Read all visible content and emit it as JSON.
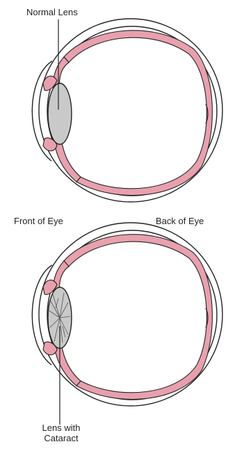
{
  "labels": {
    "normal_lens": "Normal Lens",
    "front_of_eye": "Front of Eye",
    "back_of_eye": "Back of Eye",
    "lens_with_cataract_line1": "Lens with",
    "lens_with_cataract_line2": "Cataract"
  },
  "colors": {
    "outline": "#222222",
    "tissue": "#e8a0ae",
    "lens": "#c9c9c9",
    "background": "#ffffff"
  }
}
